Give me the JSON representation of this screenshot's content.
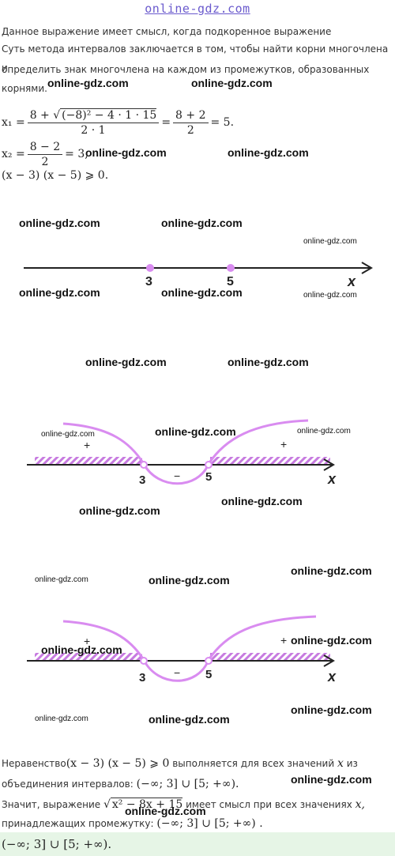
{
  "header": {
    "site": "online-gdz.com"
  },
  "intro": {
    "line1": "Данное выражение имеет смысл, когда подкоренное выражение",
    "line2": "Суть метода интервалов заключается в том, чтобы найти корни многочлена и",
    "line3": "определить знак многочлена на каждом из промежутков, образованных",
    "line4": "корнями."
  },
  "equations": {
    "x1_lhs": "x₁ =",
    "x1_num_a": "8 +",
    "x1_radicand": "(−8)² − 4 · 1 · 15",
    "x1_den": "2 · 1",
    "x1_eq": "=",
    "x1_num2": "8 + 2",
    "x1_den2": "2",
    "x1_res": "= 5.",
    "x2_lhs": "x₂ =",
    "x2_num": "8 − 2",
    "x2_den": "2",
    "x2_res": "= 3,",
    "ineq": "(x − 3) (x − 5) ⩾ 0."
  },
  "diagram": {
    "label_3": "3",
    "label_5": "5",
    "axis": "x",
    "plus": "+",
    "minus": "−"
  },
  "conclusion": {
    "a1": "Неравенство",
    "a_expr": "(x − 3) (x − 5) ⩾ 0",
    "a2": "выполняется для всех значений",
    "a_var": "x",
    "a3": "из",
    "b1": "объединения интервалов:",
    "b_expr": "(−∞; 3] ∪ [5; +∞).",
    "c1": "Значит, выражение",
    "c_radicand": "x² − 8x + 15",
    "c2": "имеет смысл при всех значениях",
    "c_var": "x,",
    "d1": "принадлежащих промежутку:",
    "d_expr": "(−∞; 3] ∪ [5; +∞) .",
    "answer": "(−∞; 3] ∪ [5; +∞)."
  },
  "watermark": {
    "text": "online-gdz.com"
  },
  "colors": {
    "accent": "#d98cf0",
    "hatch": "#c77be0",
    "answer_bg": "#e6f5e6"
  }
}
